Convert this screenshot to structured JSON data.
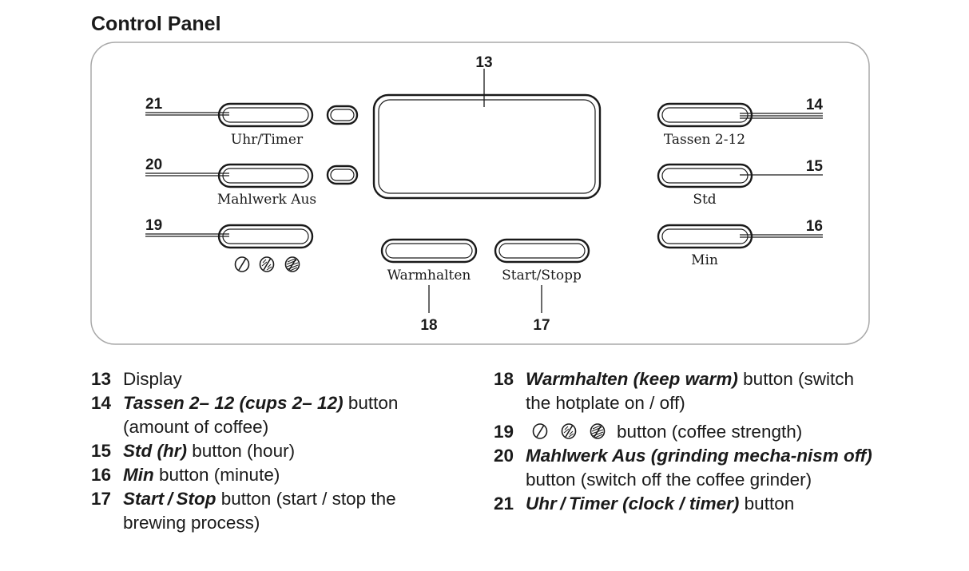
{
  "title": "Control Panel",
  "panel": {
    "buttons": {
      "uhr_timer": "Uhr/Timer",
      "mahlwerk_aus": "Mahlwerk Aus",
      "warmhalten": "Warmhalten",
      "start_stopp": "Start/Stopp",
      "tassen": "Tassen 2-12",
      "std": "Std",
      "min": "Min"
    },
    "callouts": {
      "display": "13",
      "tassen": "14",
      "std": "15",
      "min": "16",
      "start_stopp": "17",
      "warmhalten": "18",
      "strength": "19",
      "mahlwerk": "20",
      "uhr_timer": "21"
    },
    "strength_icons": [
      "bean-mild-icon",
      "bean-medium-icon",
      "bean-strong-icon"
    ]
  },
  "legend": {
    "i13": {
      "num": "13",
      "text": "Display"
    },
    "i14": {
      "num": "14",
      "term": "Tassen 2– 12 (cups 2– 12)",
      "text": " button (amount of coffee)"
    },
    "i15": {
      "num": "15",
      "term": "Std (hr)",
      "text": " button (hour)"
    },
    "i16": {
      "num": "16",
      "term": "Min",
      "text": " button (minute)"
    },
    "i17": {
      "num": "17",
      "term": "Start / Stop",
      "text": " button (start / stop the brewing process)"
    },
    "i18": {
      "num": "18",
      "term": "Warmhalten (keep warm)",
      "text": " button (switch the hotplate on / off)"
    },
    "i19": {
      "num": "19",
      "text": "button (coffee strength)"
    },
    "i20": {
      "num": "20",
      "term": "Mahlwerk Aus (grinding mecha-nism off)",
      "text": " button (switch off the coffee grinder)"
    },
    "i21": {
      "num": "21",
      "term": "Uhr / Timer (clock / timer)",
      "text": " button"
    }
  },
  "colors": {
    "ink": "#1a1a1a",
    "panel_border": "#a8a8a8"
  }
}
